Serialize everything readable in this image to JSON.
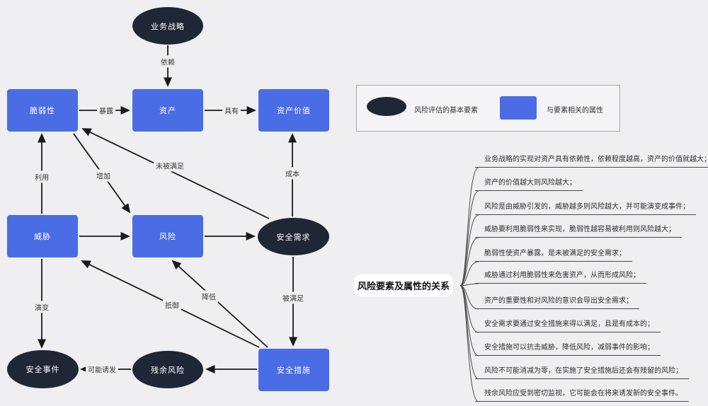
{
  "colors": {
    "background": "#efeff1",
    "element": "#1f2737",
    "attribute": "#4a6de5",
    "line": "#1a1a1a"
  },
  "flowchart": {
    "nodes": {
      "biz_strategy": "业务战略",
      "vulnerability": "脆弱性",
      "asset": "资产",
      "asset_value": "资产价值",
      "threat": "威胁",
      "risk": "风险",
      "security_need": "安全需求",
      "security_measure": "安全措施",
      "residual_risk": "残余风险",
      "security_event": "安全事件"
    },
    "edge_labels": {
      "depend": "依赖",
      "expose": "暴露",
      "have": "具有",
      "exploit": "利用",
      "increase": "增加",
      "unmet": "未被满足",
      "cost": "成本",
      "evolve": "演变",
      "resist": "抵御",
      "reduce": "降低",
      "satisfied": "被满足",
      "may_trigger": "可能诱发"
    }
  },
  "legend": {
    "element_label": "风险评估的基本要素",
    "attribute_label": "与要素相关的属性"
  },
  "mindmap": {
    "root": "风险要素及属性的关系",
    "items": [
      "业务战略的实现对资产具有依赖性，依赖程度越高，资产的价值就越大；",
      "资产的价值越大则风险越大；",
      "风险是由威胁引发的，威胁越多则风险越大，并可能演变成事件；",
      "威胁要利用脆弱性来实现，脆弱性越容易被利用则风险越大；",
      "脆弱性使资产暴露，是未被满足的安全需求；",
      "威胁通过利用脆弱性来危害资产，从而形成风险；",
      "资产的重要性和对风险的意识会导出安全需求；",
      "安全需求要通过安全措施来得以满足，且是有成本的；",
      "安全措施可以抗击威胁，降低风险，减弱事件的影响；",
      "风险不可能消减为零，在实施了安全措施后还会有残留的风险；",
      "残余风险应受到密切监视，它可能会在将来诱发新的安全事件。"
    ]
  }
}
